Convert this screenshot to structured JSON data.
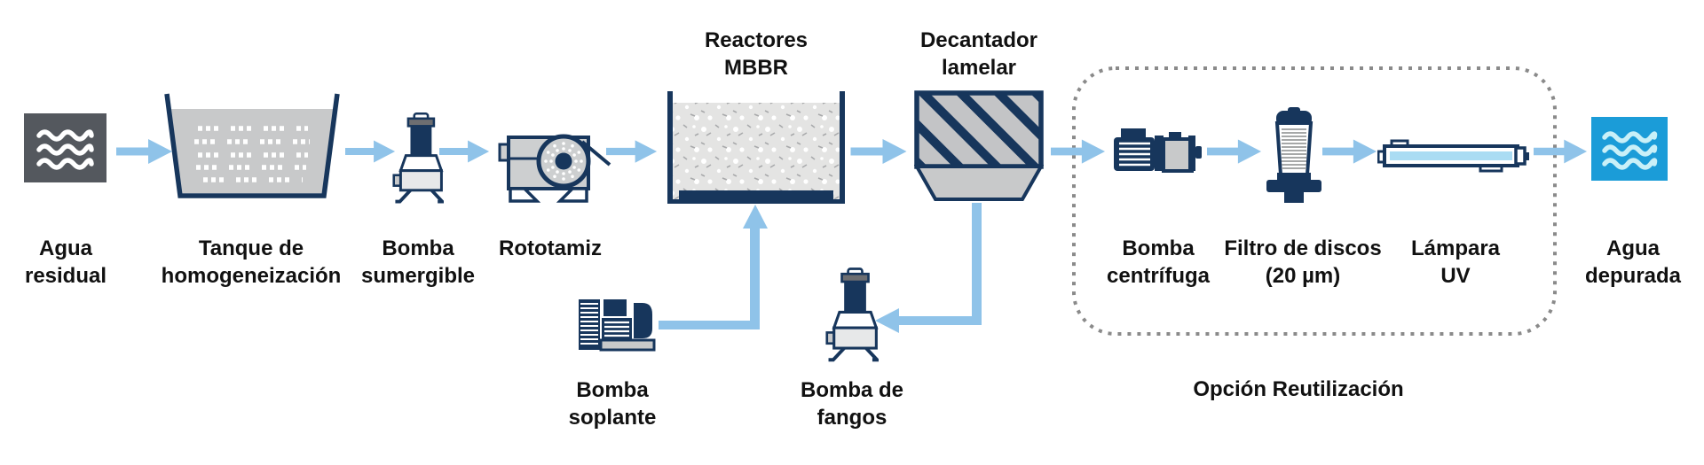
{
  "diagram_title": "",
  "nodes": {
    "wastewater": {
      "label1": "Agua",
      "label2": "residual"
    },
    "tank": {
      "label1": "Tanque de",
      "label2": "homogeneización"
    },
    "submersible_pump": {
      "label1": "Bomba",
      "label2": "sumergible"
    },
    "rotary_screen": {
      "label1": "Rototamiz"
    },
    "mbbr": {
      "label1": "Reactores",
      "label2": "MBBR"
    },
    "clarifier": {
      "label1": "Decantador",
      "label2": "lamelar"
    },
    "blower": {
      "label1": "Bomba",
      "label2": "soplante"
    },
    "sludge_pump": {
      "label1": "Bomba de",
      "label2": "fangos"
    },
    "centrifugal_pump": {
      "label1": "Bomba",
      "label2": "centrífuga"
    },
    "disc_filter": {
      "label1": "Filtro de discos",
      "label2": "(20 µm)"
    },
    "uv_lamp": {
      "label1": "Lámpara",
      "label2": "UV"
    },
    "treated_water": {
      "label1": "Agua",
      "label2": "depurada"
    }
  },
  "annotations": {
    "reuse_option": "Opción Reutilización"
  },
  "flow": [
    "wastewater",
    "tank",
    "submersible_pump",
    "rotary_screen",
    "mbbr",
    "clarifier",
    "centrifugal_pump",
    "disc_filter",
    "uv_lamp",
    "treated_water"
  ],
  "side_flows": [
    {
      "from": "blower",
      "to": "mbbr"
    },
    {
      "from": "clarifier",
      "to": "sludge_pump"
    }
  ],
  "icons": [
    "wastewater-icon",
    "homogenization-tank-icon",
    "submersible-pump-icon",
    "rotary-screen-icon",
    "mbbr-reactor-icon",
    "lamella-clarifier-icon",
    "blower-icon",
    "sludge-pump-icon",
    "centrifugal-pump-icon",
    "disc-filter-icon",
    "uv-lamp-icon",
    "treated-water-icon"
  ],
  "colors": {
    "navy": "#17365c",
    "arrow_blue": "#8fc3e9",
    "dark_gray_box": "#54585e",
    "light_gray_fill": "#c8c9ca",
    "mbbr_fill": "#e4e4e3",
    "treated_water_blue": "#1b9cd8",
    "wave_light_cyan": "#c9f0f8",
    "uv_bar_blue": "#aadcf3",
    "dotted_border_gray": "#8a8a8a",
    "label_text": "#111111",
    "pump_cap_gray": "#6d6e71",
    "background": "#ffffff"
  }
}
